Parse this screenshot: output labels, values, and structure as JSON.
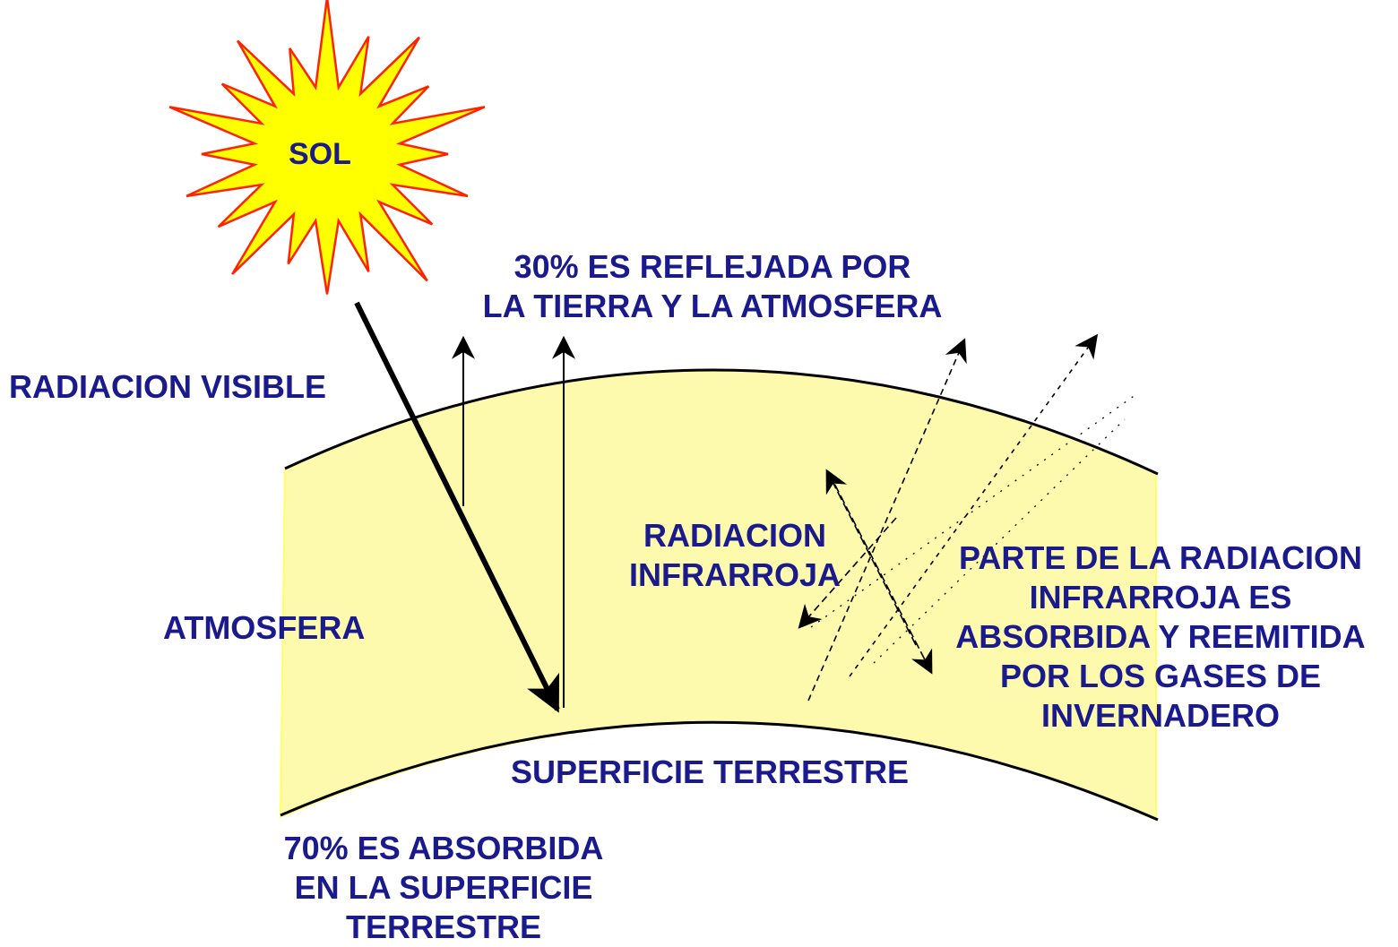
{
  "colors": {
    "text": "#1a1a8c",
    "atmosphere_fill": "#fdf9ad",
    "atmosphere_edge": "#ffff66",
    "sun_fill": "#ffff00",
    "sun_outline": "#ff2200",
    "arrow": "#000000"
  },
  "labels": {
    "sun": "SOL",
    "reflected": [
      "30% ES REFLEJADA POR",
      "LA TIERRA Y LA ATMOSFERA"
    ],
    "visible_radiation": "RADIACION VISIBLE",
    "atmosphere": "ATMOSFERA",
    "infrared": [
      "RADIACION",
      "INFRARROJA"
    ],
    "greenhouse": [
      "PARTE DE LA RADIACION",
      "INFRARROJA ES",
      "ABSORBIDA Y REEMITIDA",
      "POR LOS GASES DE",
      "INVERNADERO"
    ],
    "surface": "SUPERFICIE  TERRESTRE",
    "absorbed": [
      "70% ES ABSORBIDA",
      "EN LA SUPERFICIE",
      "TERRESTRE"
    ]
  },
  "icons": {
    "sun": "sun-starburst-icon"
  }
}
